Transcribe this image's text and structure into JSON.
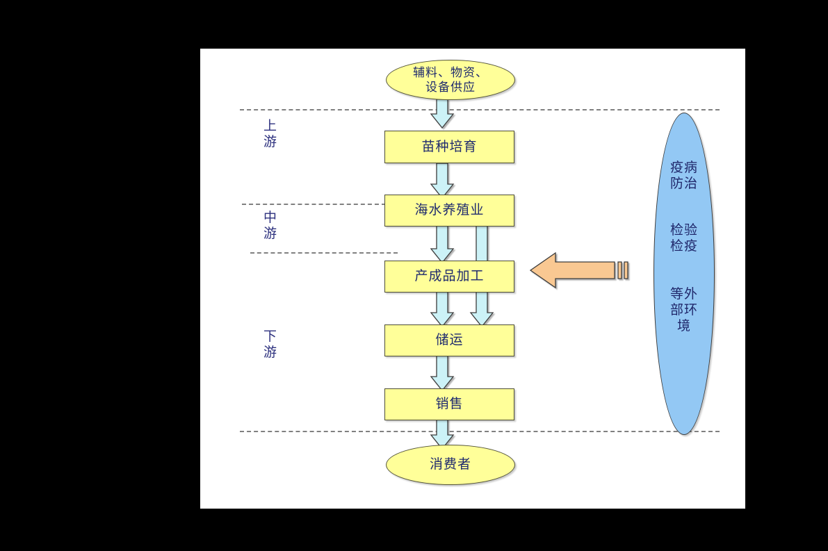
{
  "diagram": {
    "title_present": false,
    "colors": {
      "canvas": "#ffffff",
      "backdrop": "#000000",
      "node_fill": "#ffff99",
      "node_stroke": "#4d4d33",
      "arrow_fill": "#ccf2f7",
      "arrow_stroke": "#3b3b3b",
      "external_fill": "#93c8f4",
      "external_stroke": "#3b3b3b",
      "feedback_arrow_fill": "#f9c892",
      "feedback_arrow_stroke": "#3b3b3b",
      "text": "#20286b",
      "divider": "#808080"
    },
    "supply_ellipse": {
      "label": "辅料、物资、\n设备供应",
      "line1": "辅料、物资、",
      "line2": "设备供应"
    },
    "process_nodes": [
      {
        "id": "seedling",
        "label": "苗种培育"
      },
      {
        "id": "mariculture",
        "label": "海水养殖业"
      },
      {
        "id": "processing",
        "label": "产成品加工"
      },
      {
        "id": "storage",
        "label": "储运"
      },
      {
        "id": "sales",
        "label": "销售"
      }
    ],
    "consumer_ellipse": {
      "label": "消费者"
    },
    "stage_labels": [
      {
        "id": "upstream",
        "line1": "上",
        "line2": "游"
      },
      {
        "id": "midstream",
        "line1": "中",
        "line2": "游"
      },
      {
        "id": "downstream",
        "line1": "下",
        "line2": "游"
      }
    ],
    "external_env": {
      "group1_line1": "疫病",
      "group1_line2": "防治",
      "group2_line1": "检验",
      "group2_line2": "检疫",
      "group3_line1": "等外",
      "group3_line2": "部环",
      "group3_line3": "境"
    },
    "feedback_arrow": {
      "name": "external-influence-arrow",
      "direction": "left"
    }
  }
}
